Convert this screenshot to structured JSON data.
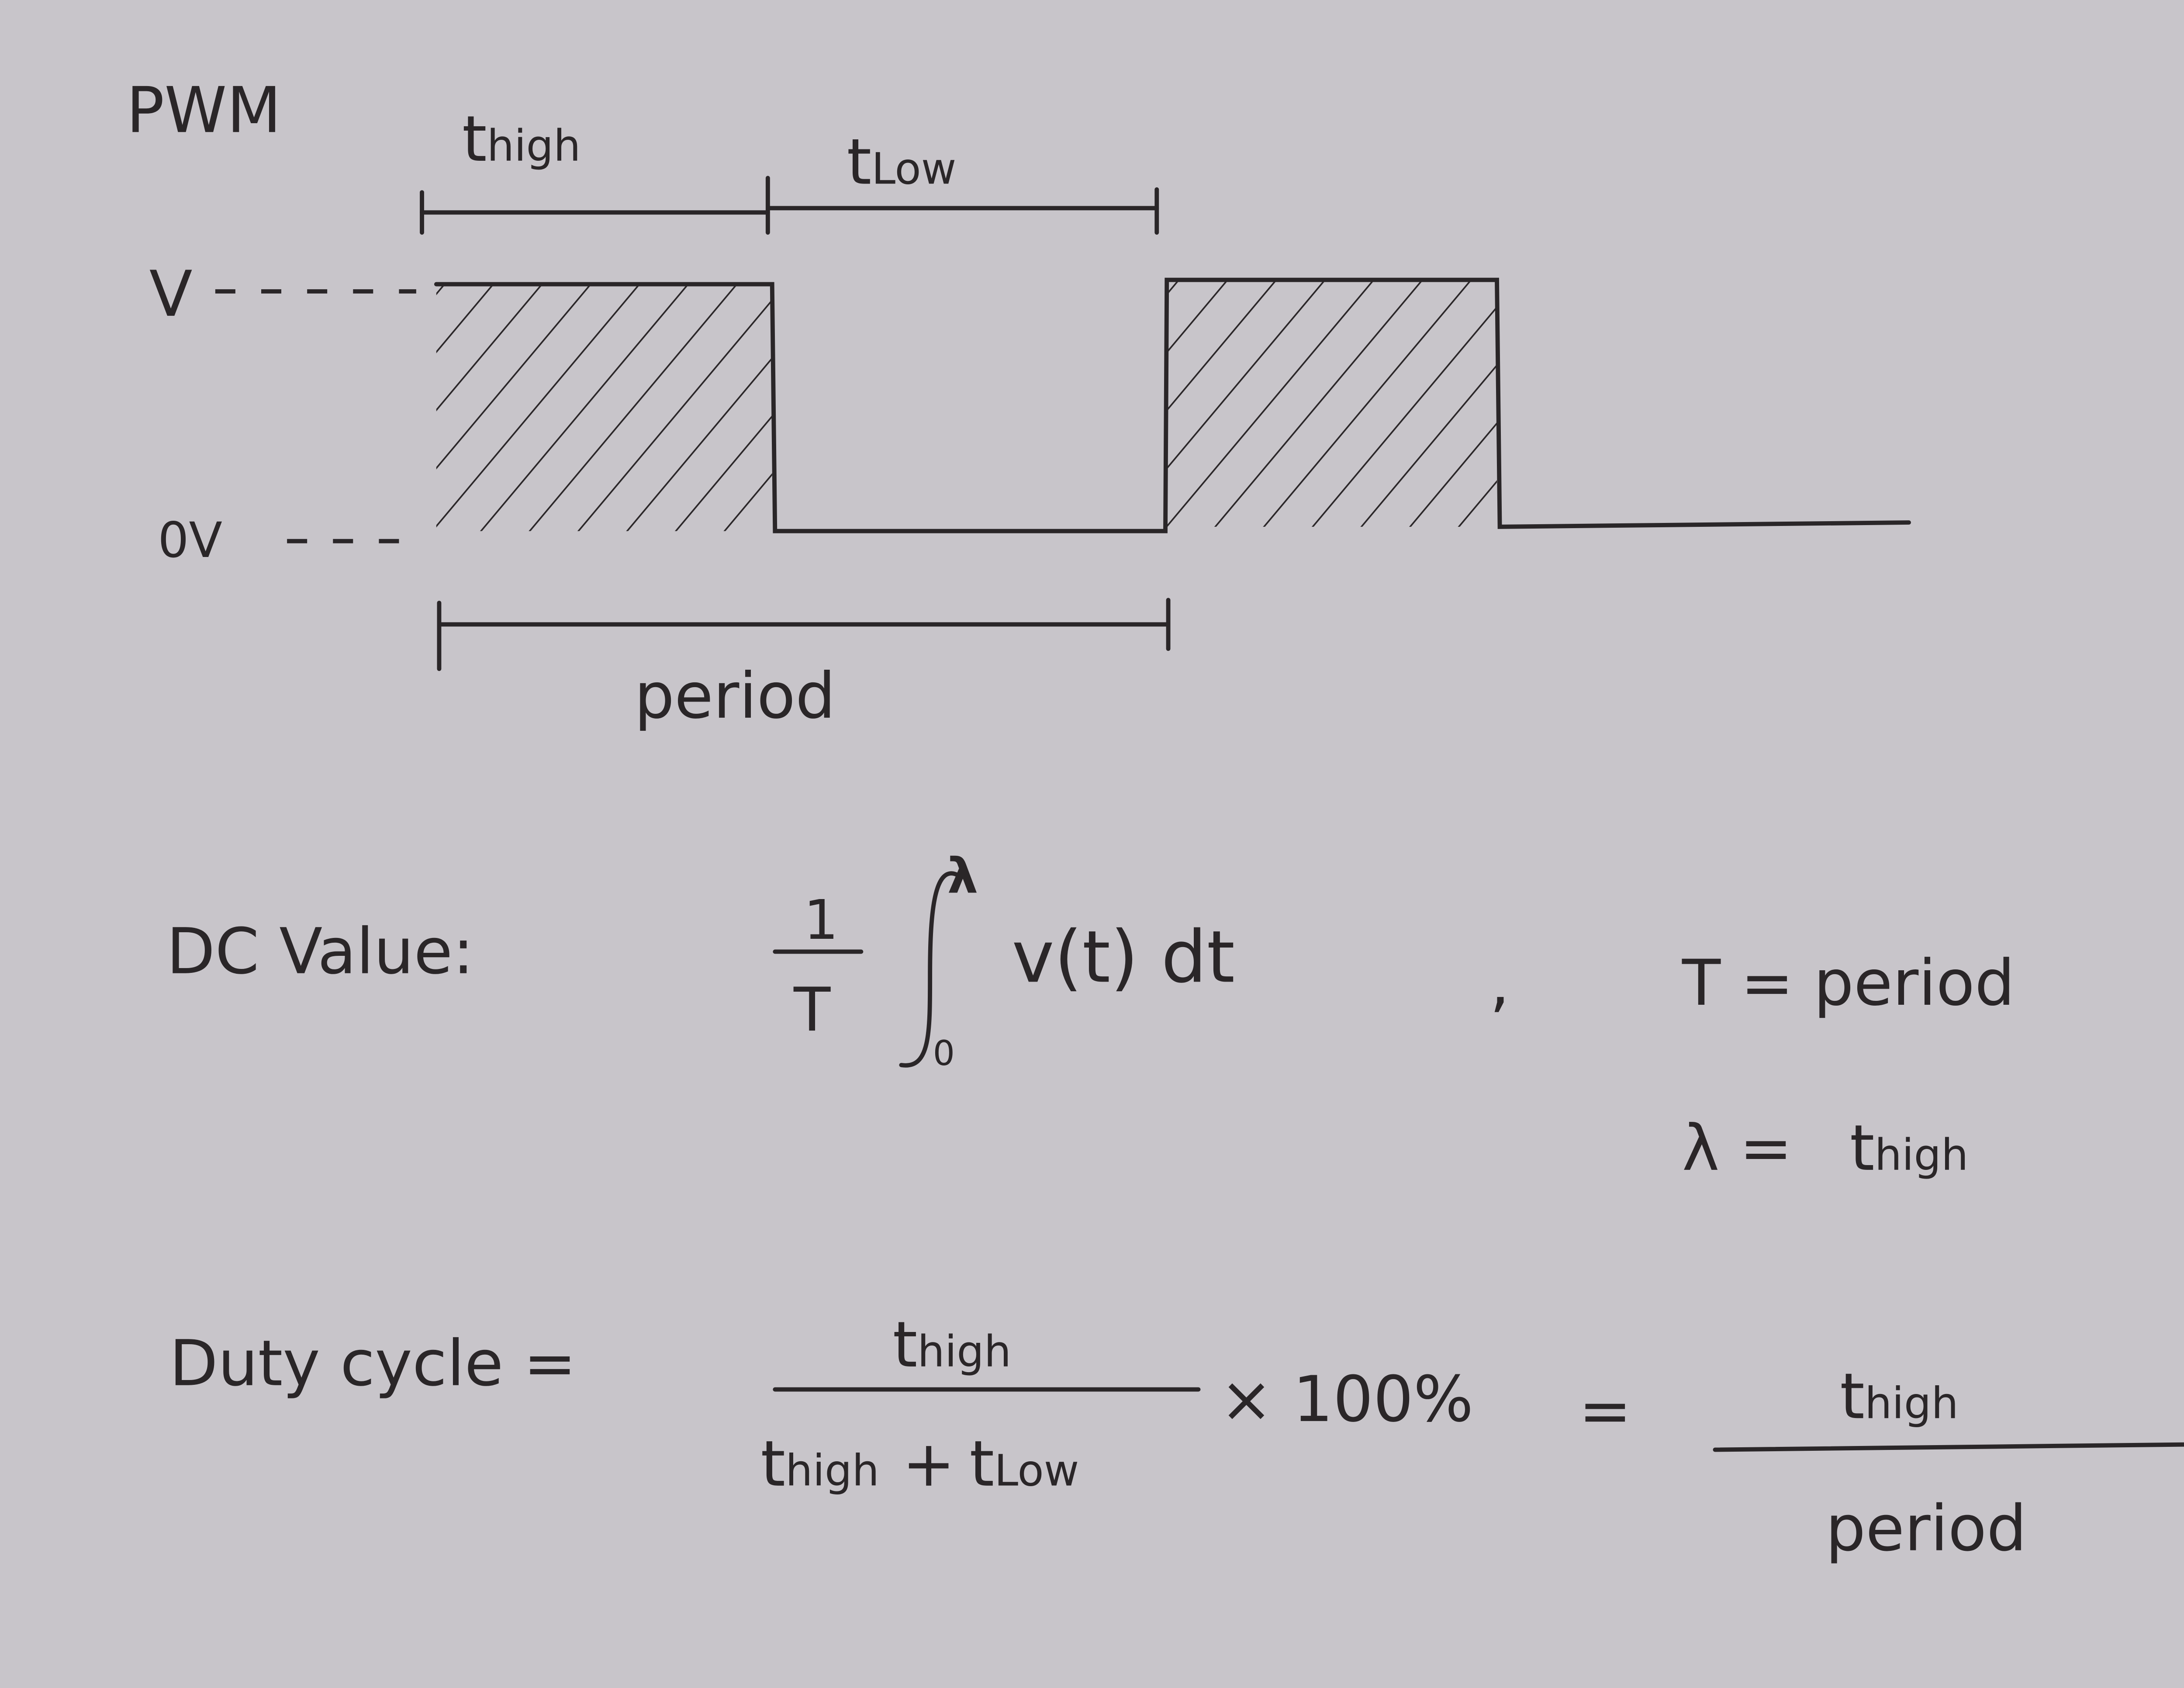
{
  "title": "PWM",
  "waveform": {
    "t_high": {
      "base": "t",
      "sub": "high"
    },
    "t_low": {
      "base": "t",
      "sub": "Low"
    },
    "v_high_label": "V",
    "v_low_label": "0V",
    "period_label": "period",
    "duty_cycle_fraction_shown": 0.47
  },
  "dc_value": {
    "label": "DC Value:",
    "numerator": "1",
    "denominator": "T",
    "upper_limit": "λ",
    "lower_limit": "0",
    "integrand": "v(t) dt",
    "separator": ",",
    "def1": "T = period",
    "def2_lhs": "λ =",
    "def2_base": "t",
    "def2_sub": "high"
  },
  "duty_cycle": {
    "label": "Duty cycle =",
    "num_base": "t",
    "num_sub": "high",
    "den_base1": "t",
    "den_sub1": "high",
    "den_plus": "+",
    "den_base2": "t",
    "den_sub2": "Low",
    "times": "× 100%",
    "equals": "=",
    "num2_base": "t",
    "num2_sub": "high",
    "den2": "period"
  }
}
